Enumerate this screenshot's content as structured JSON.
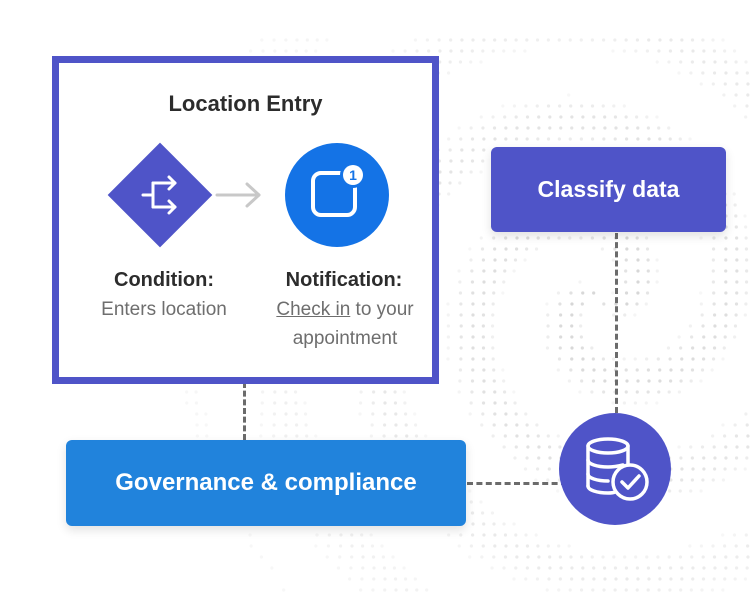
{
  "card": {
    "title": "Location Entry",
    "condition": {
      "title": "Condition:",
      "text": "Enters location"
    },
    "notification": {
      "title": "Notification:",
      "link_text": "Check in",
      "text_after_link": " to your",
      "text_line2": "appointment",
      "badge_count": "1"
    }
  },
  "nodes": {
    "classify_label": "Classify data",
    "governance_label": "Governance & compliance"
  },
  "icons": {
    "condition": "branch-arrows-icon",
    "notification": "notification-badge-icon",
    "database": "database-check-icon",
    "flow": "arrow-right-icon"
  },
  "colors": {
    "indigo": "#4f54c8",
    "blue": "#2183dc",
    "notification_blue": "#1473e6",
    "connector": "#6b6b6b"
  }
}
